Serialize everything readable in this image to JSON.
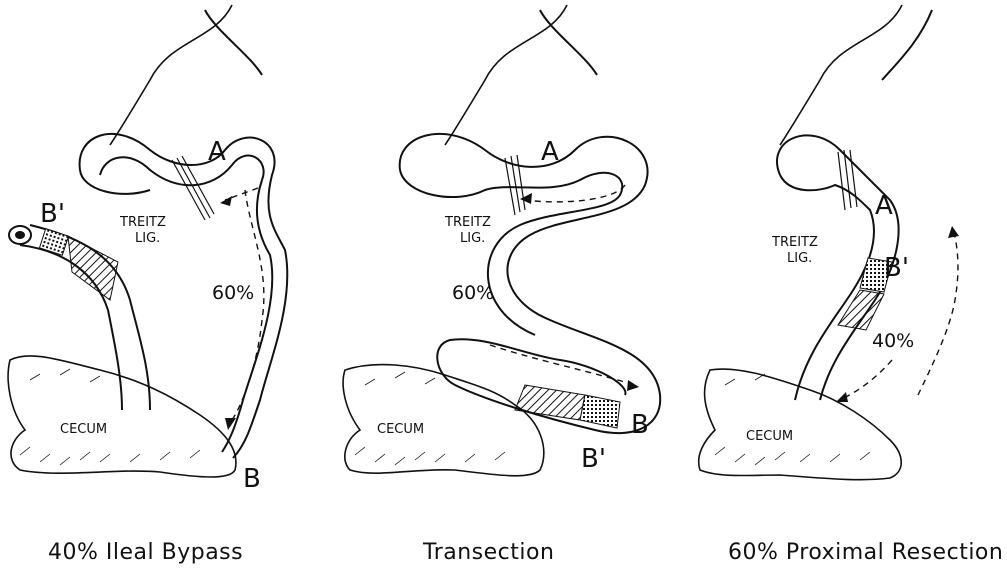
{
  "panels": [
    {
      "caption": "40% Ileal Bypass",
      "labels": {
        "a": "A",
        "b": "B",
        "b_prime": "B'",
        "treitz_1": "TREITZ",
        "treitz_2": "LIG.",
        "percent": "60%",
        "cecum": "CECUM"
      }
    },
    {
      "caption": "Transection",
      "labels": {
        "a": "A",
        "b": "B",
        "b_prime": "B'",
        "treitz_1": "TREITZ",
        "treitz_2": "LIG.",
        "percent": "60%",
        "cecum": "CECUM"
      }
    },
    {
      "caption": "60% Proximal Resection",
      "labels": {
        "a": "A",
        "b_prime": "B'",
        "treitz_1": "TREITZ",
        "treitz_2": "LIG.",
        "percent": "40%",
        "cecum": "CECUM"
      }
    }
  ]
}
